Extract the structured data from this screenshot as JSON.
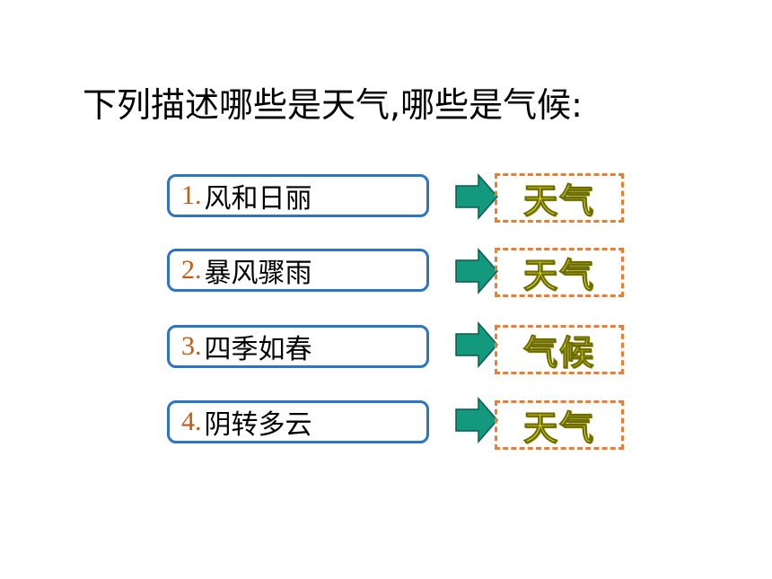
{
  "title": "下列描述哪些是天气,哪些是气候:",
  "items": [
    {
      "number": "1.",
      "text": "风和日丽",
      "answer": "天气"
    },
    {
      "number": "2.",
      "text": "暴风骤雨",
      "answer": "天气"
    },
    {
      "number": "3.",
      "text": "四季如春",
      "answer": "气候"
    },
    {
      "number": "4.",
      "text": "阴转多云",
      "answer": "天气"
    }
  ],
  "colors": {
    "box_border": "#2b74c7",
    "number": "#c55a11",
    "arrow_fill": "#139a7e",
    "answer_border": "#ed7d31",
    "answer_text": "#ffff00"
  },
  "icons": {
    "arrow": "right-arrow-icon"
  }
}
